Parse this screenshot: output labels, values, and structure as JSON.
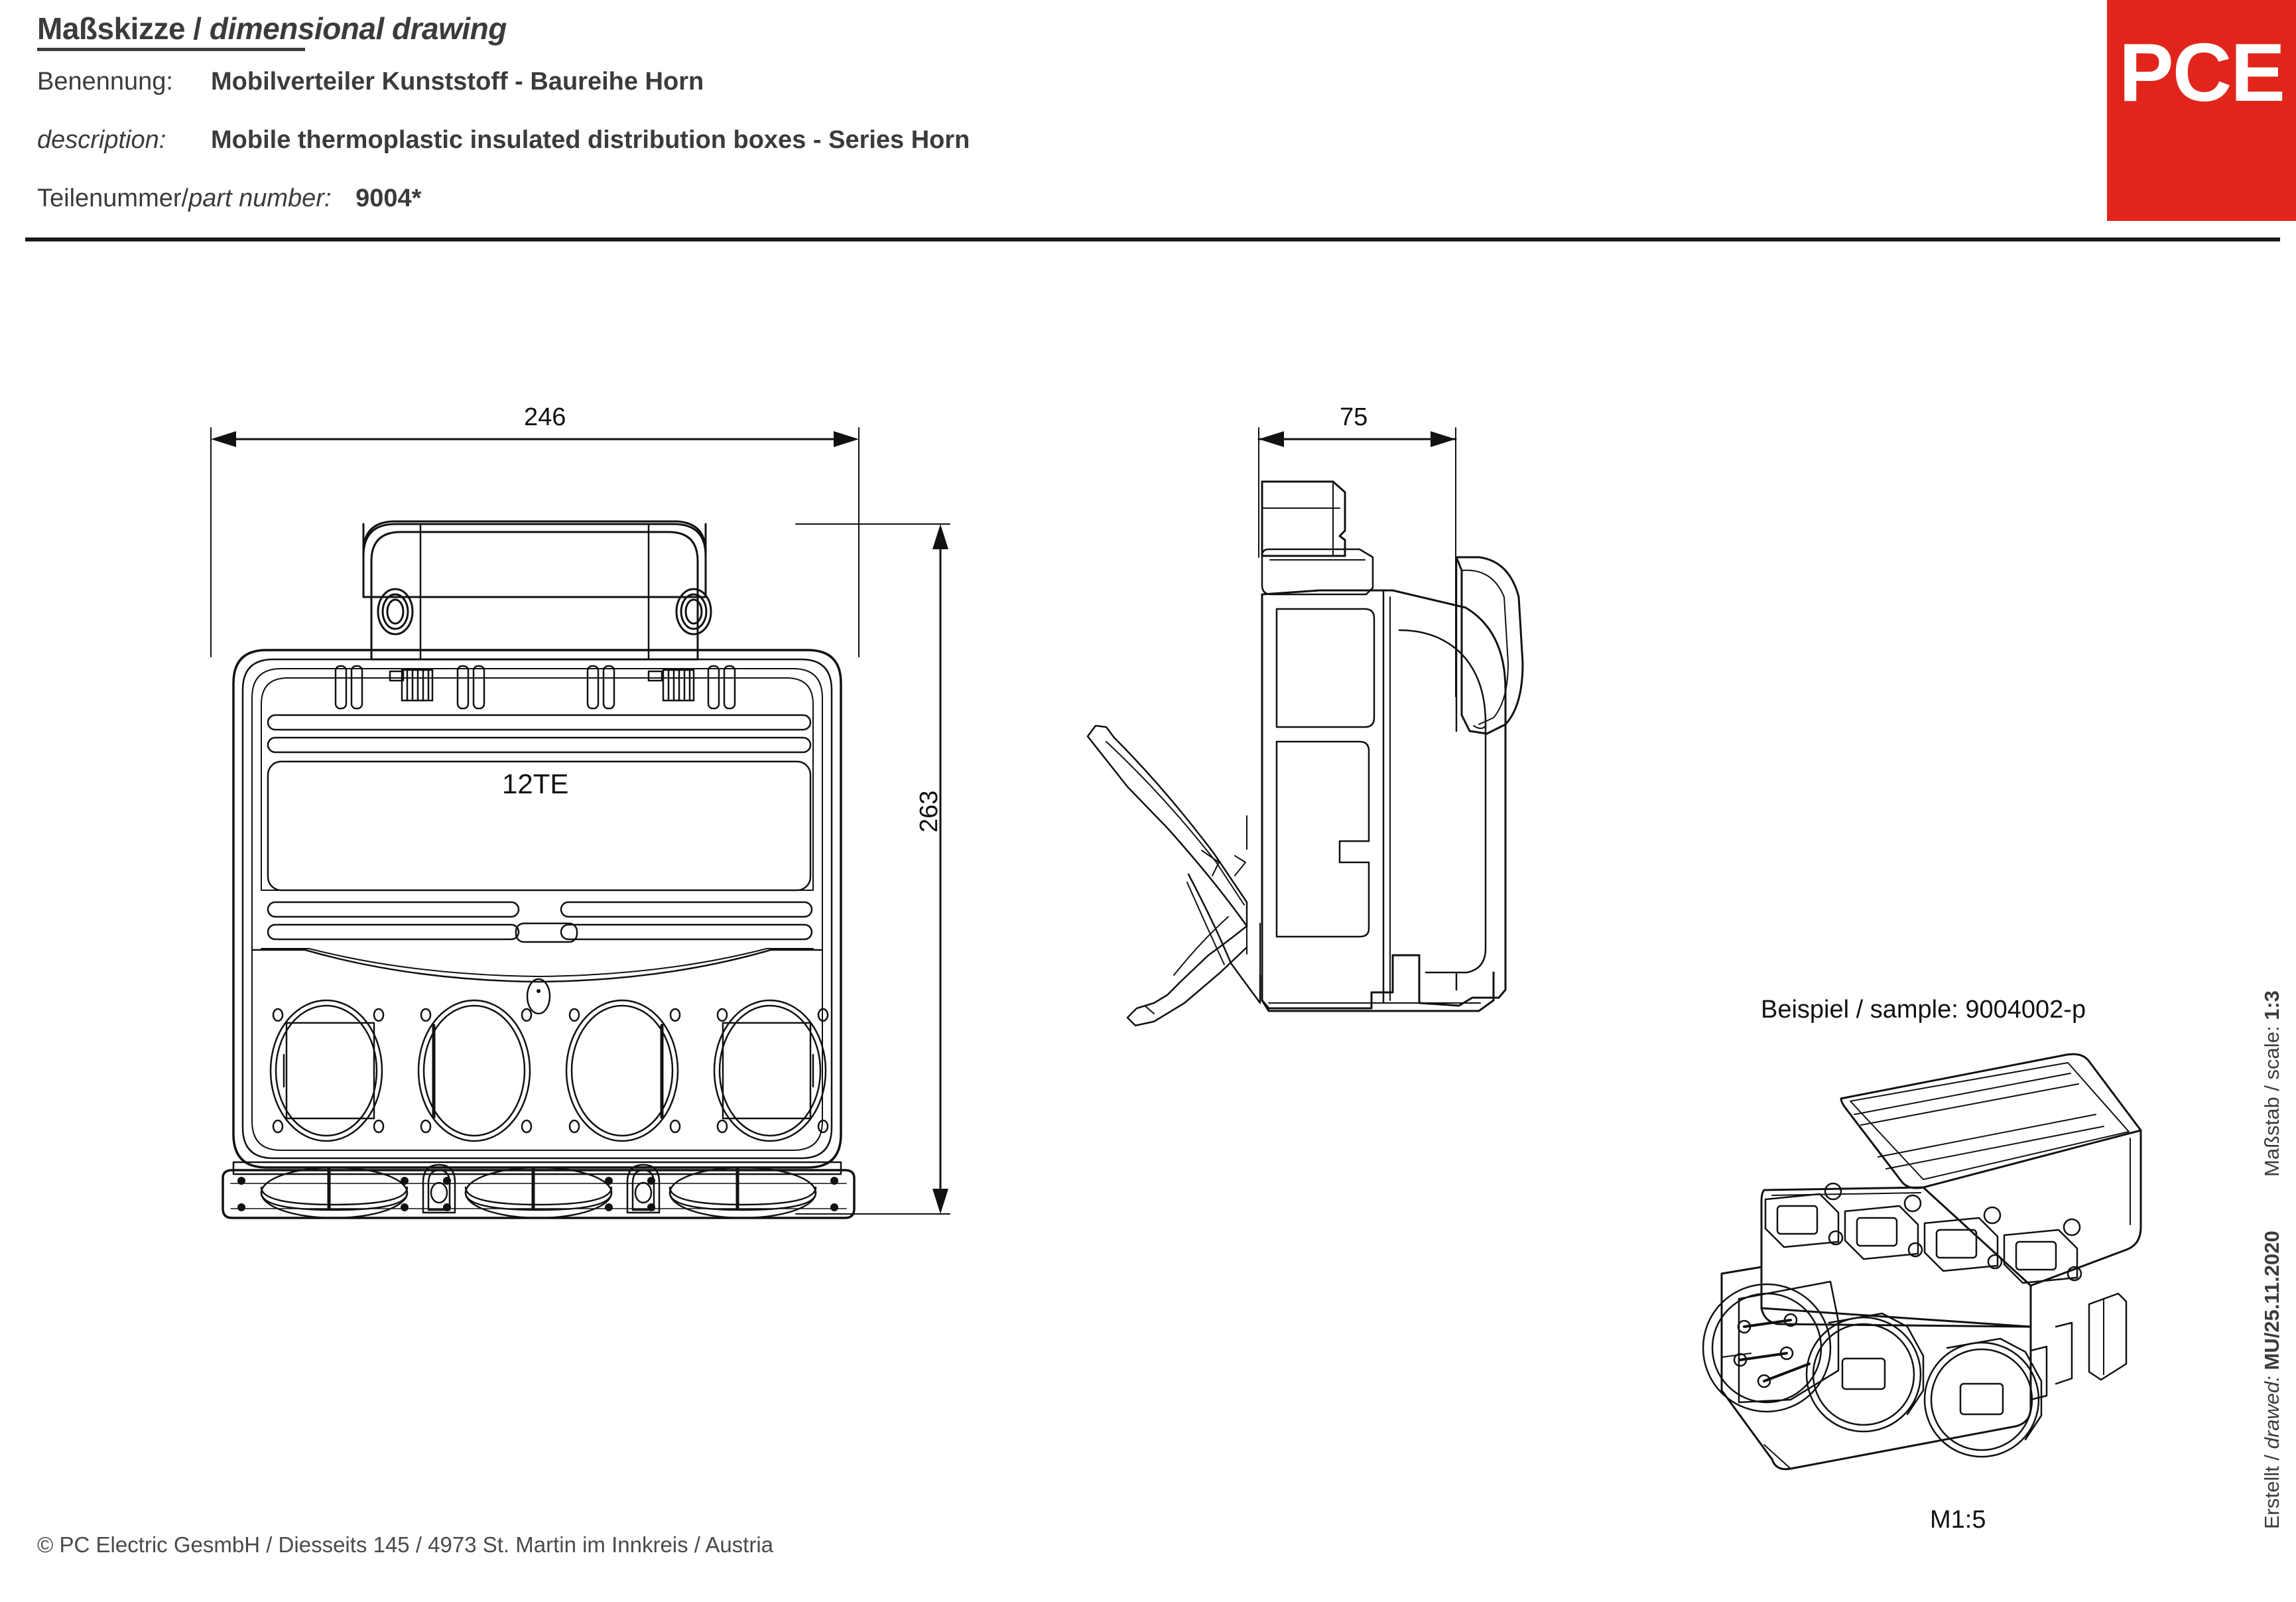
{
  "header": {
    "title_de": "Maßskizze",
    "title_sep": " / ",
    "title_en": "dimensional drawing",
    "rows": [
      {
        "label": "Benennung:",
        "value": "Mobilverteiler Kunststoff - Baureihe Horn",
        "italic": false
      },
      {
        "label": "description:",
        "value": "Mobile thermoplastic insulated distribution boxes - Series Horn",
        "italic": true
      },
      {
        "label": "Teilenummer / part number:",
        "value": "9004*",
        "italic": false
      }
    ],
    "part_label_de": "Teilenummer",
    "part_label_sep": " / ",
    "part_label_en": "part number:"
  },
  "logo": {
    "text": "PCE",
    "bg_color": "#e1251b",
    "fg_color": "#ffffff"
  },
  "drawing": {
    "front_view": {
      "width_dim": "246",
      "height_dim": "263",
      "panel_label": "12TE",
      "outlet_count_row1": 4,
      "outlet_count_row2": 3
    },
    "side_view": {
      "depth_dim": "75"
    },
    "sample": {
      "caption_de": "Beispiel",
      "caption_sep": " / ",
      "caption_en": "sample:",
      "caption_value": "9004002-p",
      "caption_full": "Beispiel / sample: 9004002-p",
      "scale": "M1:5"
    },
    "units": "mm"
  },
  "meta": {
    "drawn_label_de": "Erstellt",
    "drawn_label_en": "drawed:",
    "drawn_value": "MU/25.11.2020",
    "scale_label_de": "Maßstab",
    "scale_label_en": "scale:",
    "scale_value": "1:3"
  },
  "footer": {
    "copyright": "© PC Electric GesmbH / Diesseits 145 / 4973 St. Martin im Innkreis / Austria"
  }
}
